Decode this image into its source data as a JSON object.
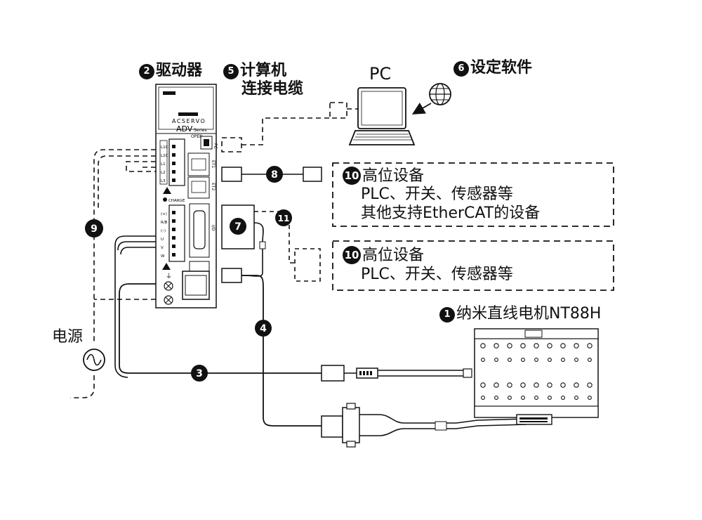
{
  "labels": {
    "driver": "驱动器",
    "cable_pc_l1": "计算机",
    "cable_pc_l2": "连接电缆",
    "pc": "PC",
    "software": "设定软件",
    "host1_title": "高位设备",
    "host1_l2": "PLC、开关、传感器等",
    "host1_l3": "其他支持EtherCAT的设备",
    "host2_title": "高位设备",
    "host2_l2": "PLC、开关、传感器等",
    "motor": "纳米直线电机NT88H",
    "power": "电源"
  },
  "numbers": {
    "n1": "1",
    "n2": "2",
    "n3": "3",
    "n4": "4",
    "n5": "5",
    "n6": "6",
    "n7": "7",
    "n8": "8",
    "n9": "9",
    "n10": "10",
    "n11": "11"
  },
  "driver_face": {
    "brand": "ACSERVO",
    "series": "ADV",
    "series_suffix": "Series",
    "open": "OPEN",
    "pc_port": "PC",
    "et1": "ET1",
    "et2": "ET2",
    "io": "I/O",
    "charge": "CHARGE",
    "power_terms": [
      "L1C",
      "L2C",
      "L1",
      "L2",
      "L3"
    ],
    "motor_terms": [
      "(+)",
      "R/B",
      "(–)",
      "U",
      "V",
      "W"
    ]
  }
}
